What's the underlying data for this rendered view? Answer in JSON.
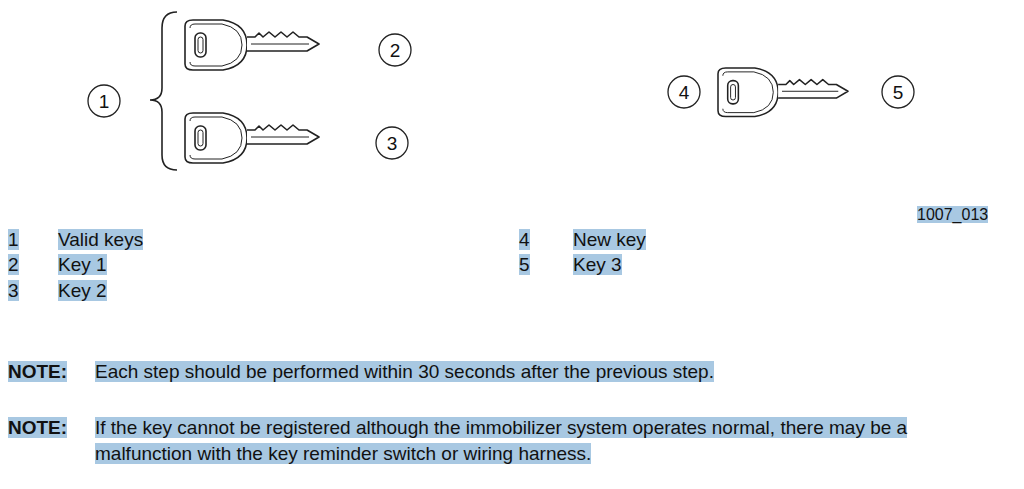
{
  "diagram": {
    "nodes": [
      {
        "text": [
          "1"
        ]
      },
      {
        "text": [
          "2"
        ]
      },
      {
        "text": [
          "3"
        ]
      },
      {
        "text": [
          "4"
        ]
      },
      {
        "text": [
          "5"
        ]
      }
    ],
    "labels": [
      "1",
      "Valid keys",
      "2",
      "Key 1",
      "3",
      "Key 2",
      "4",
      "New key",
      "5",
      "Key 3",
      "1007_013",
      "NOTE:",
      "Each step should be performed within 30 seconds after the previous step.",
      "NOTE:",
      "If the key cannot be registered although the immobilizer system operates normal, there may be a malfunction with the key reminder switch or wiring harness."
    ]
  }
}
